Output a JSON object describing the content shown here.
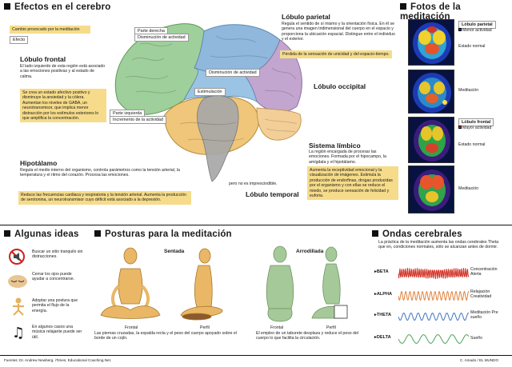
{
  "sections": {
    "main": "Efectos en el cerebro",
    "photos": "Fotos de la meditación",
    "ideas": "Algunas ideas",
    "postures": "Posturas para la meditación",
    "waves": "Ondas cerebrales"
  },
  "legend": {
    "change": "Cambio provocado por la meditación",
    "effect": "Efecto"
  },
  "frontal": {
    "title": "Lóbulo frontal",
    "desc": "El lado izquierdo de esta región está asociado a las emociones positivas y al estado de calma.",
    "effect": "Se crea un estado afectivo positivo y disminuye la ansiedad y la cólera. Aumentan los niveles de GABA, un neurotransmisor, que implica menor distracción por los estímulos exteriores lo que amplifica la concentración."
  },
  "parietal": {
    "title": "Lóbulo parietal",
    "desc": "Regula el sentido de sí mismo y la orientación física. En él se genera una imagen tridimensional del cuerpo en el espacio y proporciona la ubicación espacial. Distingue entre el individuo y el exterior.",
    "effect": "Pérdida de la sensación de unicidad y del espacio-tiempo."
  },
  "occipital": {
    "title": "Lóbulo occipital"
  },
  "limbic": {
    "title": "Sistema límbico",
    "desc": "La región encargada de procesar las emociones. Formada por el hipocampo, la amígdala y el hipotálamo.",
    "effect": "Aumenta la receptividad emocional y la visualización de imágenes. Estimula la producción de endorfinas, drogas producidas por el organismo y con ellas se reduce el miedo, se produce sensación de felicidad y euforia."
  },
  "hypothalamus": {
    "title": "Hipotálamo",
    "desc": "Regula el medio interno del organismo, controla parámetros como la tensión arterial, la temperatura y el ritmo del corazón. Procesa las emociones.",
    "effect": "Reduce las frecuencias cardiaca y respiratoria y la tensión arterial. Aumenta la producción de serotonina, un neurotransmisor cuyo déficit está asociado a la depresión."
  },
  "temporal": {
    "title": "Lóbulo temporal",
    "note": "pero no es imprescindible."
  },
  "brain_labels": {
    "right_part": "Parte derecha",
    "activity_dec": "Disminución de actividad",
    "activity_dec2": "Disminución de actividad",
    "stimulation": "Estimulación",
    "left_part": "Parte izquierda",
    "activity_inc": "Incremento de la actividad"
  },
  "photos": {
    "parietal_tag": "Lóbulo parietal",
    "parietal_less": "Menor actividad",
    "normal1": "Estado normal",
    "med1": "Meditación",
    "frontal_tag": "Lóbulo frontal",
    "frontal_more": "Mayor actividad",
    "normal2": "Estado normal",
    "med2": "Meditación"
  },
  "ideas": [
    {
      "icon": "no-sound-icon",
      "text": "Buscar un sitio tranquilo sin distracciones."
    },
    {
      "icon": "closed-eyes-icon",
      "text": "Cerrar los ojos puede ayudar a concentrarse."
    },
    {
      "icon": "posture-icon",
      "text": "Adoptar una postura que permita el flujo de la energía."
    },
    {
      "icon": "music-icon",
      "text": "En algunos casos una música relajante puede ser útil."
    }
  ],
  "postures": {
    "seated": "Sentada",
    "kneeling": "Arrodillada",
    "front": "Frontal",
    "profile": "Perfil",
    "front2": "Frontal",
    "profile2": "Perfil",
    "seated_desc": "Las piernas cruzadas, la espalda recta y el peso del cuerpo apoyado sobre el borde de un cojín.",
    "kneeling_desc": "El empleo de un taburete desplaza y reduce el peso del cuerpo lo que facilita la circulación."
  },
  "waves": {
    "intro": "La práctica de la meditación aumenta las ondas cerebrales Theta que en, condiciones normales, sólo se alcanzan antes de dormir.",
    "rows": [
      {
        "name": "BETA",
        "label": "Concentración Alerta",
        "color": "#cf2a1e"
      },
      {
        "name": "ALPHA",
        "label": "Relajación Creatividad",
        "color": "#e2813a"
      },
      {
        "name": "THETA",
        "label": "Meditación Pre sueño",
        "color": "#3d74c0"
      },
      {
        "name": "DELTA",
        "label": "Sueño",
        "color": "#4aa35b"
      }
    ]
  },
  "footer": {
    "sources": "Fuentes: Dr. Andrew Newberg, iTimes, Educational Coaching.Net.",
    "credit": "C. Amado / EL MUNDO"
  },
  "colors": {
    "frontal": "#9fcf9b",
    "parietal": "#8fb8dc",
    "occipital": "#c2a6cf",
    "temporal": "#efc67a",
    "limbic": "#a8a8a8",
    "effectbox": "#f6dc8a"
  }
}
